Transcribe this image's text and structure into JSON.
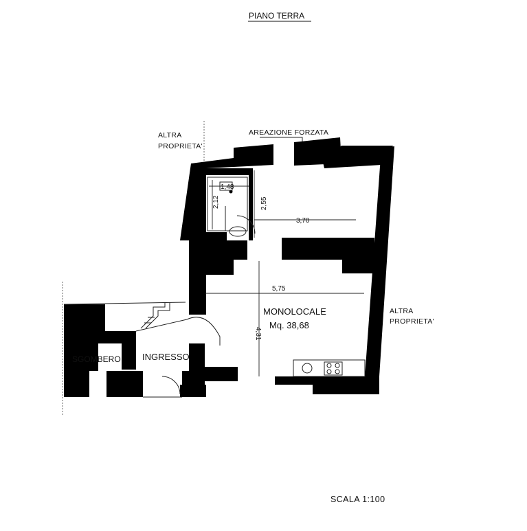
{
  "title": "PIANO TERRA",
  "notes": {
    "areazione": "AREAZIONE FORZATA",
    "altra_left_1": "ALTRA",
    "altra_left_2": "PROPRIETA'",
    "altra_right_1": "ALTRA",
    "altra_right_2": "PROPRIETA'"
  },
  "rooms": {
    "monolocale": "MONOLOCALE",
    "monolocale_area": "Mq. 38,68",
    "ingresso": "INGRESSO",
    "sgombero": "SGOMBERO"
  },
  "dimensions": {
    "bath_width": "1,48",
    "bath_depth": "2,12",
    "kitchen_depth": "2,55",
    "kitchen_width": "3,70",
    "main_width": "5,75",
    "main_depth": "4,31"
  },
  "scale": "SCALA 1:100"
}
